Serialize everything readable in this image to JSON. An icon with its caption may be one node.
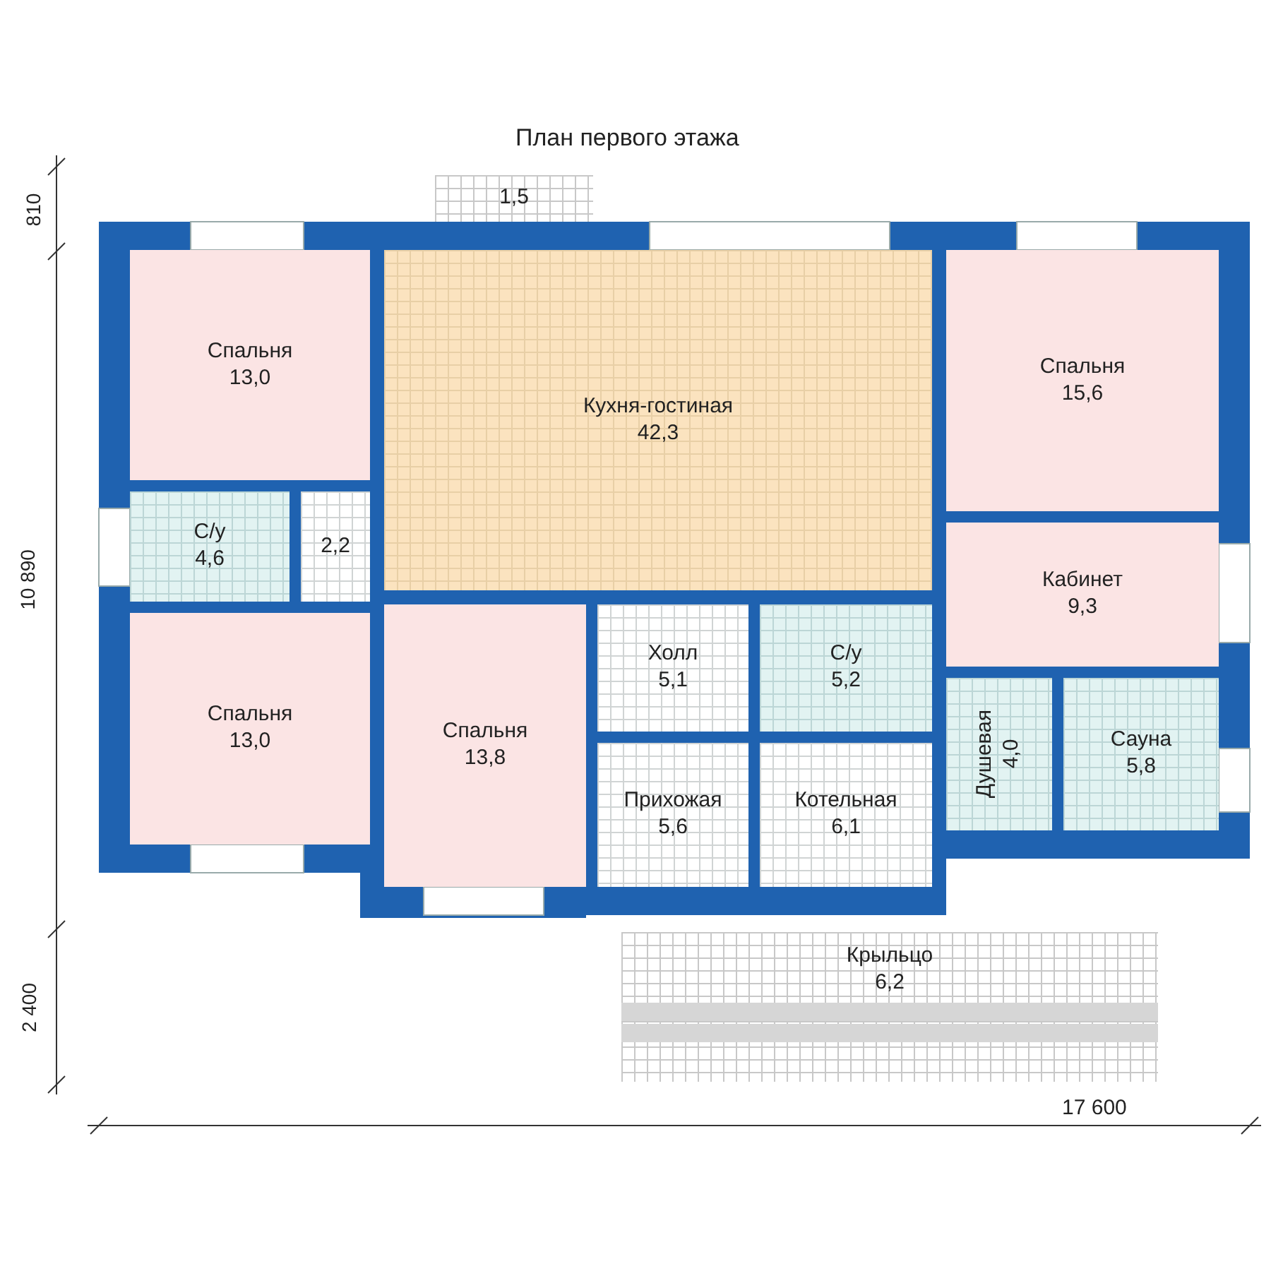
{
  "diagram": {
    "title": "План первого этажа",
    "nodes": [
      {
        "text": [
          "1,5"
        ]
      },
      {
        "text": [
          "Спальня",
          "13,0"
        ]
      },
      {
        "text": [
          "Кухня-гостиная",
          "42,3"
        ]
      },
      {
        "text": [
          "Спальня",
          "15,6"
        ]
      },
      {
        "text": [
          "С/у",
          "4,6"
        ]
      },
      {
        "text": [
          "2,2"
        ]
      },
      {
        "text": [
          "Кабинет",
          "9,3"
        ]
      },
      {
        "text": [
          "Спальня",
          "13,0"
        ]
      },
      {
        "text": [
          "Спальня",
          "13,8"
        ]
      },
      {
        "text": [
          "Холл",
          "5,1"
        ]
      },
      {
        "text": [
          "С/у",
          "5,2"
        ]
      },
      {
        "text": [
          "Душевая",
          "4,0"
        ]
      },
      {
        "text": [
          "Сауна",
          "5,8"
        ]
      },
      {
        "text": [
          "Прихожая",
          "5,6"
        ]
      },
      {
        "text": [
          "Котельная",
          "6,1"
        ]
      },
      {
        "text": [
          "Крыльцо",
          "6,2"
        ]
      }
    ],
    "labels": [
      "810",
      "10 890",
      "2 400",
      "17 600"
    ]
  }
}
